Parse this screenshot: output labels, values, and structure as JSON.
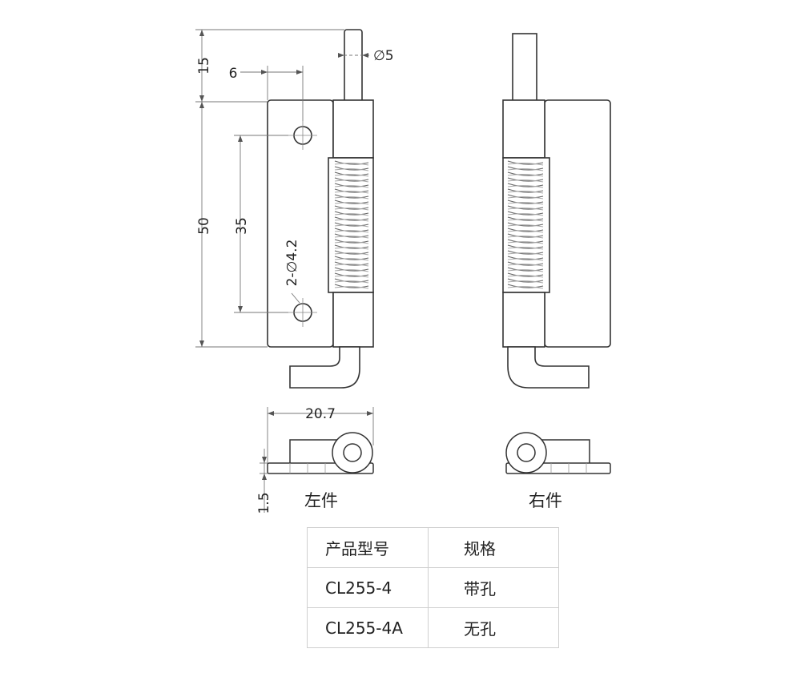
{
  "dimensions": {
    "height_top": "15",
    "offset": "6",
    "pin_diameter": "∅5",
    "height_total": "50",
    "hole_spacing": "35",
    "holes": "2-∅4.2",
    "width": "20.7",
    "thickness": "1.5"
  },
  "captions": {
    "left": "左件",
    "right": "右件"
  },
  "table": {
    "header": [
      "产品型号",
      "规格"
    ],
    "rows": [
      [
        "CL255-4",
        "带孔"
      ],
      [
        "CL255-4A",
        "无孔"
      ]
    ]
  }
}
